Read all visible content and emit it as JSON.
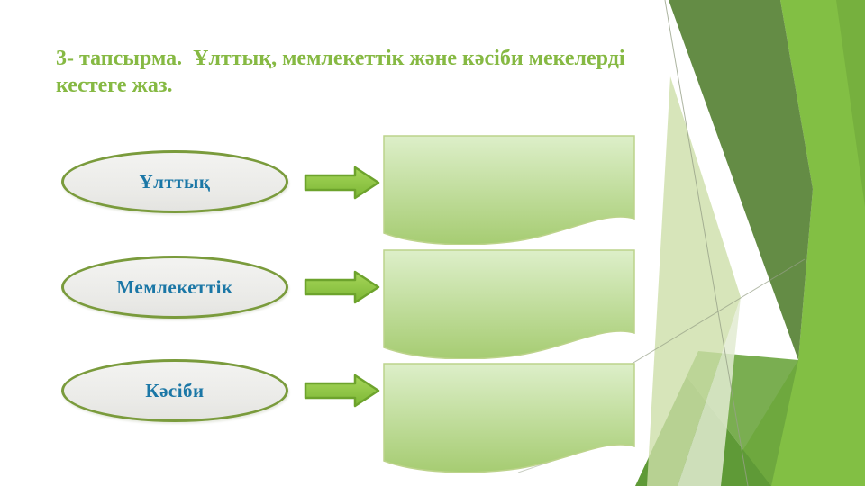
{
  "slide": {
    "title": "3- тапсырма.  Ұлттық, мемлекеттік және кәсіби мекелерді кестеге жаз."
  },
  "categories": [
    {
      "label": "Ұлттық",
      "answer": ""
    },
    {
      "label": "Мемлекеттік",
      "answer": ""
    },
    {
      "label": "Кәсіби",
      "answer": ""
    }
  ],
  "icons": {
    "arrow": "right-arrow-icon",
    "decoration": "facet-green-background"
  },
  "colors": {
    "title_text": "#86B943",
    "oval_border": "#7A9B3C",
    "oval_fill": "#EFEFEC",
    "oval_text": "#1B77A6",
    "arrow_fill": "#8DC73F",
    "arrow_border": "#6DA32C",
    "box_gradient_top": "#DDEFC9",
    "box_gradient_bottom": "#A6CC72",
    "box_border": "#BCD38B",
    "decor_dark_green": "#4E7C2B",
    "decor_bright_green": "#82BF44",
    "decor_medium_green": "#5F9A37",
    "decor_light_green": "#CDDFA9"
  }
}
